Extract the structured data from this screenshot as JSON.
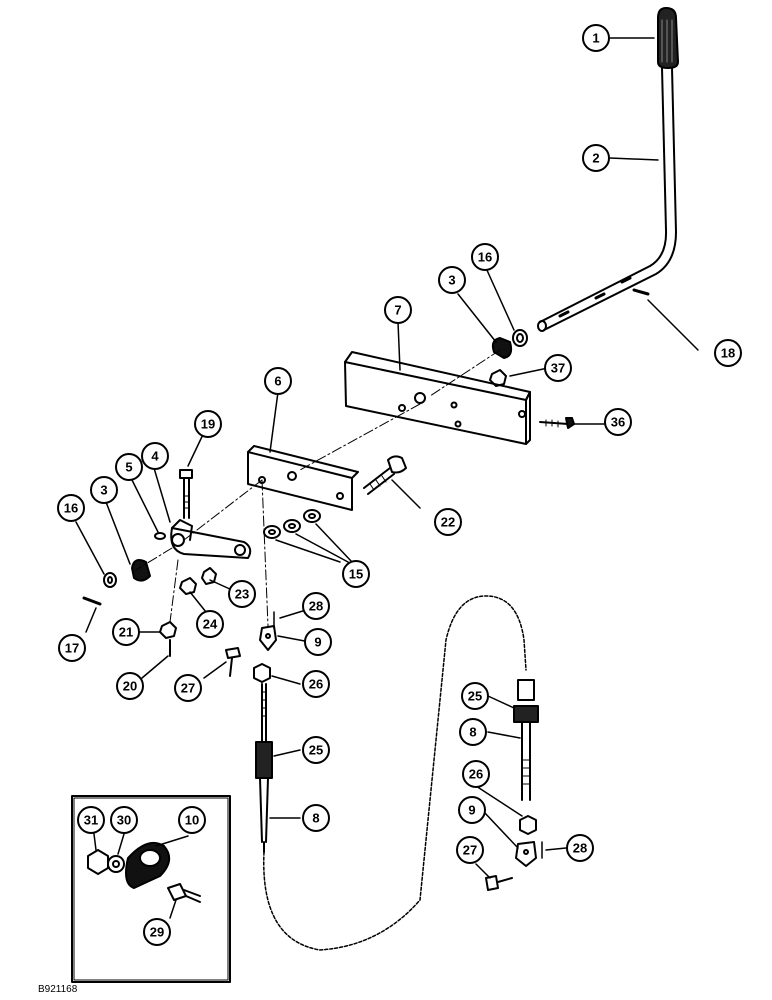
{
  "figure_id": "B921168",
  "callouts": [
    "1",
    "2",
    "3",
    "16",
    "18",
    "7",
    "37",
    "36",
    "6",
    "19",
    "4",
    "5",
    "3",
    "16",
    "22",
    "15",
    "23",
    "24",
    "17",
    "21",
    "28",
    "9",
    "20",
    "27",
    "26",
    "25",
    "8",
    "25",
    "8",
    "26",
    "9",
    "28",
    "27",
    "31",
    "30",
    "10",
    "29"
  ],
  "inset": {
    "callouts": [
      "31",
      "30",
      "10",
      "29"
    ]
  }
}
